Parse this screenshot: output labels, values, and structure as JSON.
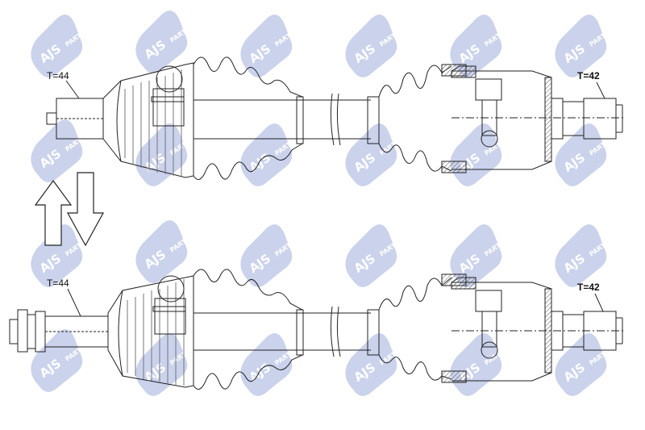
{
  "watermark": {
    "brand": "AJS",
    "sub": "PARTS",
    "color": "#b9c3e6"
  },
  "shaft_top": {
    "outer_thread_label": "T=44",
    "inner_thread_label": "T=42"
  },
  "shaft_bottom": {
    "outer_thread_label": "T=44",
    "inner_thread_label": "T=42"
  },
  "colors": {
    "line": "#222222",
    "hatch": "#555555",
    "background": "#ffffff"
  }
}
